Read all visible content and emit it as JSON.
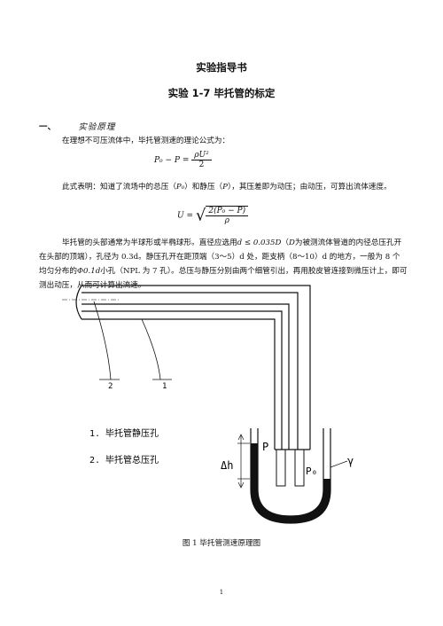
{
  "header": {
    "title": "实验指导书",
    "subtitle": "实验 1-7  毕托管的标定"
  },
  "section": {
    "number": "一、",
    "name": "实验原理"
  },
  "paragraphs": {
    "p1": "在理想不可压流体中，毕托管测速的理论公式为：",
    "p2_a": "此式表明：知道了流场中的总压（",
    "p2_b": "）和静压（",
    "p2_c": "），其压差即为动压；由动压，可算出流体速度。",
    "p3_a": "毕托管的头部通常为半球形或半椭球形。直径应选用",
    "p3_b": "（",
    "p3_c": "为被测流体管道的内径总压孔开在头部的顶端），孔径为 0.3d。静压孔开在距顶端（3～5）d 处，距支柄（8～10）d 的地方，一般为 8 个均匀分布的",
    "p3_d": "小孔（NPL 为 7 孔）。总压与静压分别由两个细管引出，再用胶皮管连接到微压计上，即可测出动压，从而可计算出流速。"
  },
  "math": {
    "P0": "P₀",
    "P": "P",
    "d_cond": "d ≤ 0.035D",
    "D": "D",
    "hole": "Φ0.1d",
    "f1_lhs": "P₀ − P =",
    "f1_num": "ρU²",
    "f1_den": "2",
    "f2_lhs": "U =",
    "f2_num": "2(P₀ − P)",
    "f2_den": "ρ"
  },
  "figure": {
    "label_2": "2",
    "label_1": "1",
    "legend_1": "1. 毕托管静压孔",
    "legend_2": "2. 毕托管总压孔",
    "delta_h": "Δh",
    "p_label": "P",
    "p0_label": "P₀",
    "gamma": "γ"
  },
  "caption": "图 1 毕托管测速原理图",
  "page_number": "1"
}
